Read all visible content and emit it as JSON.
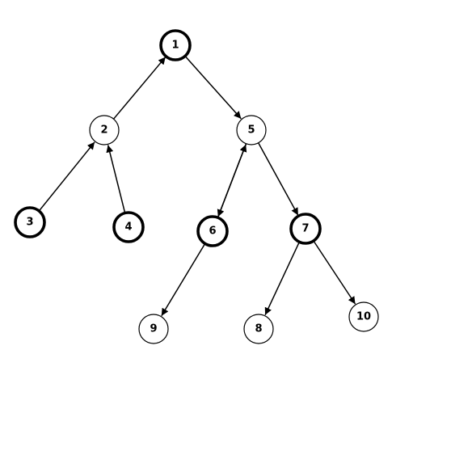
{
  "colors": {
    "stroke": "#000000",
    "fill": "#ffffff",
    "background": "#ffffff"
  },
  "nodes": [
    {
      "id": "1",
      "label": "1",
      "emphasized": true
    },
    {
      "id": "2",
      "label": "2",
      "emphasized": false
    },
    {
      "id": "5",
      "label": "5",
      "emphasized": false
    },
    {
      "id": "3",
      "label": "3",
      "emphasized": true
    },
    {
      "id": "4",
      "label": "4",
      "emphasized": true
    },
    {
      "id": "6",
      "label": "6",
      "emphasized": true
    },
    {
      "id": "7",
      "label": "7",
      "emphasized": true
    },
    {
      "id": "9",
      "label": "9",
      "emphasized": false
    },
    {
      "id": "8",
      "label": "8",
      "emphasized": false
    },
    {
      "id": "10",
      "label": "10",
      "emphasized": false
    }
  ],
  "edges": [
    {
      "from": "2",
      "to": "1"
    },
    {
      "from": "1",
      "to": "5"
    },
    {
      "from": "3",
      "to": "2"
    },
    {
      "from": "4",
      "to": "2"
    },
    {
      "from": "6",
      "to": "5"
    },
    {
      "from": "5",
      "to": "6"
    },
    {
      "from": "5",
      "to": "7"
    },
    {
      "from": "6",
      "to": "9"
    },
    {
      "from": "7",
      "to": "8"
    },
    {
      "from": "7",
      "to": "10"
    }
  ]
}
